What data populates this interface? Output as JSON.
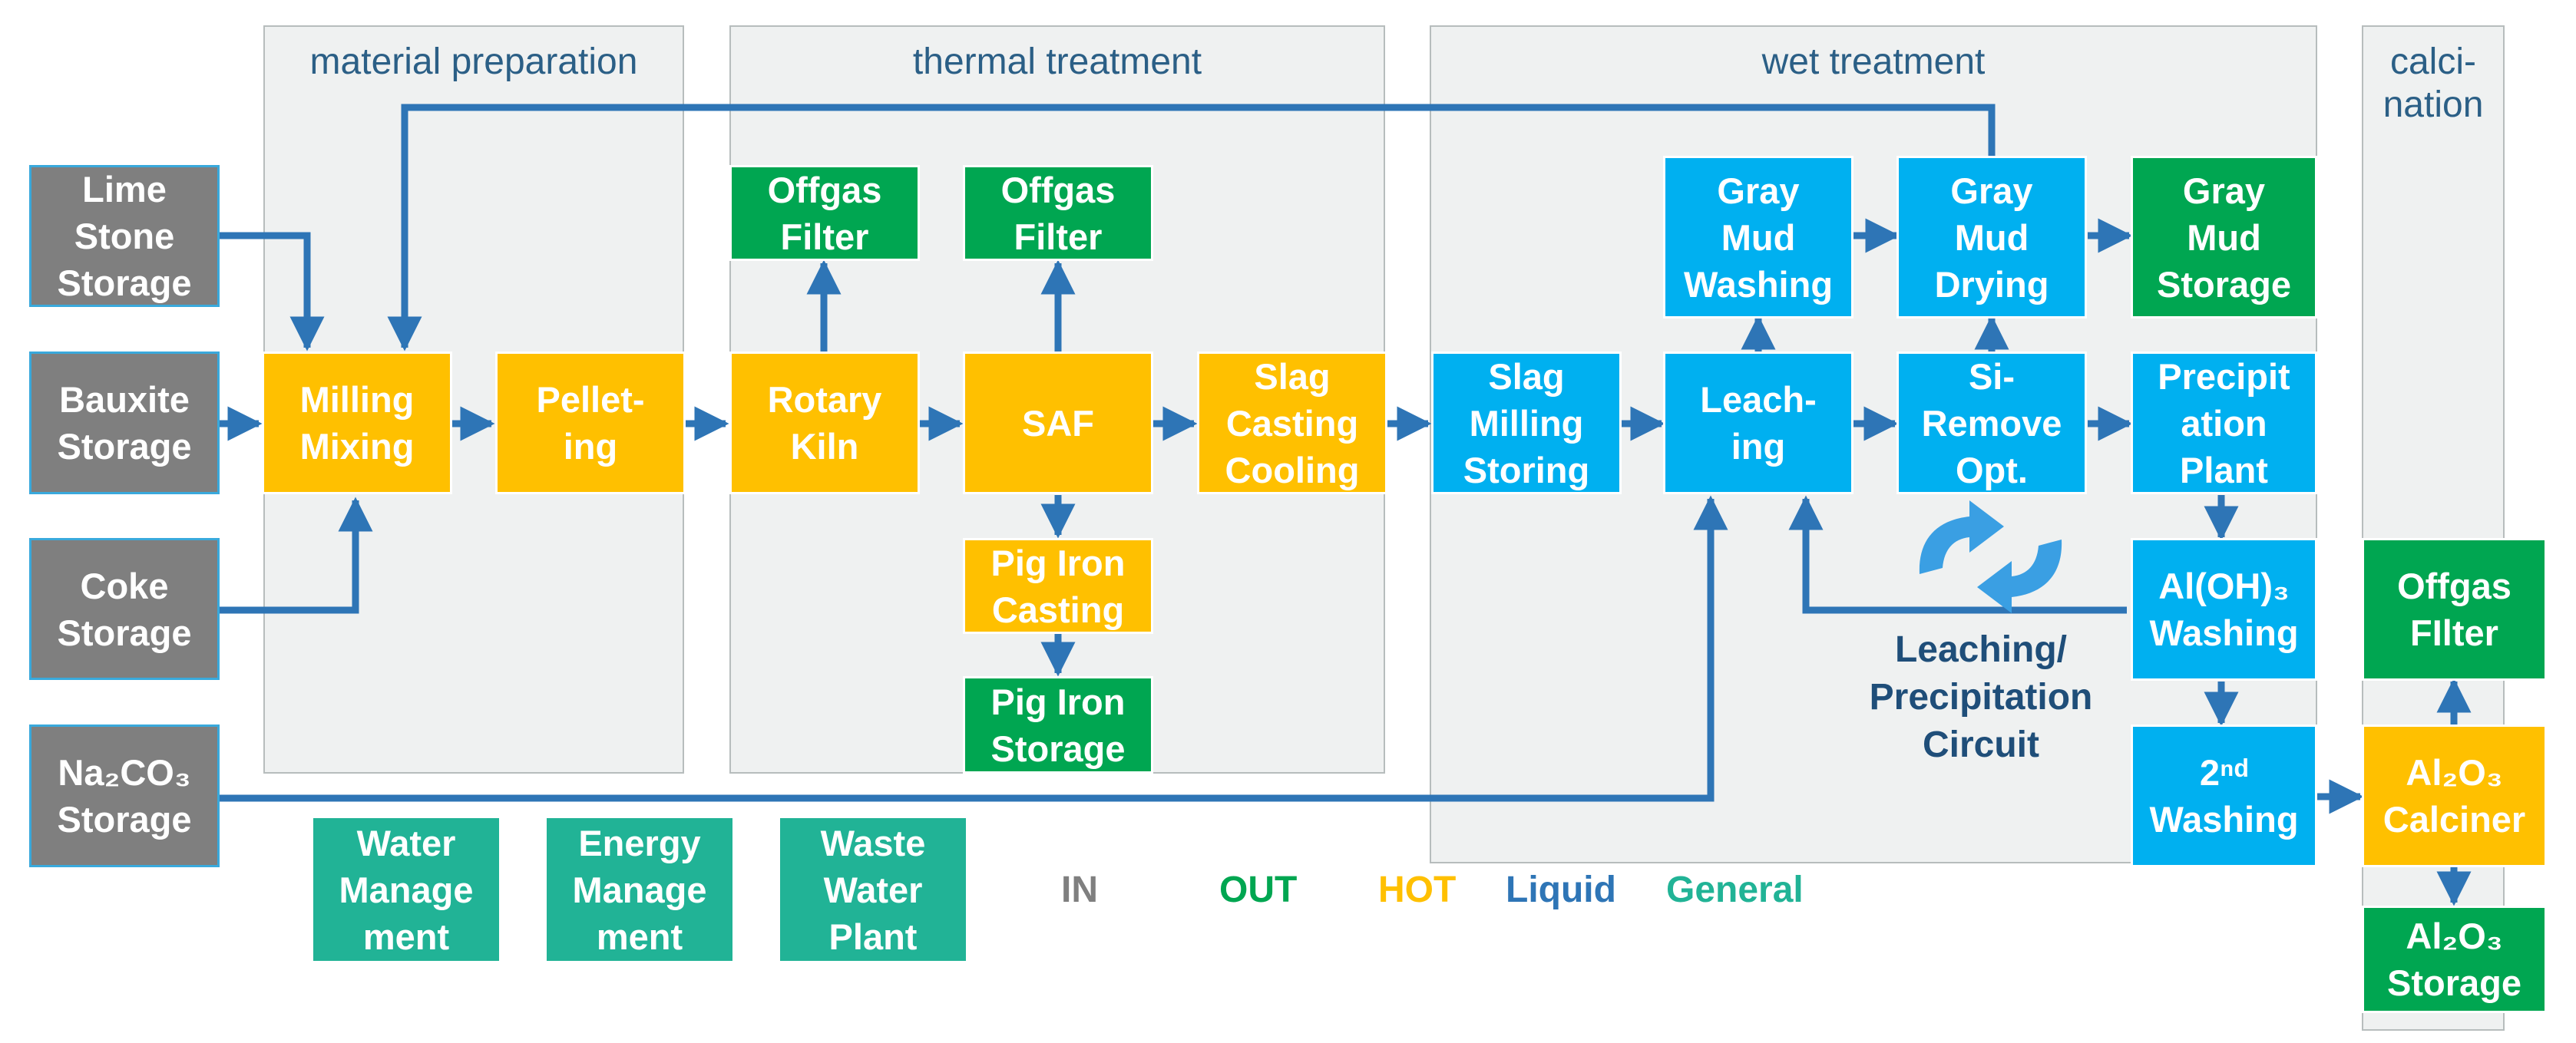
{
  "sections": {
    "material_preparation": "material preparation",
    "thermal_treatment": "thermal treatment",
    "wet_treatment": "wet treatment",
    "calcination": "calci-\nnation"
  },
  "boxes": {
    "lime_stone_storage": "Lime\nStone\nStorage",
    "bauxite_storage": "Bauxite\nStorage",
    "coke_storage": "Coke\nStorage",
    "na2co3_storage": "Na₂CO₃\nStorage",
    "milling_mixing": "Milling\nMixing",
    "pelleting": "Pellet-\ning",
    "offgas_filter_kiln": "Offgas\nFilter",
    "rotary_kiln": "Rotary\nKiln",
    "offgas_filter_saf": "Offgas\nFilter",
    "saf": "SAF",
    "pig_iron_casting": "Pig Iron\nCasting",
    "pig_iron_storage": "Pig Iron\nStorage",
    "slag_casting_cooling": "Slag\nCasting\nCooling",
    "slag_milling_storing": "Slag\nMilling\nStoring",
    "gray_mud_washing": "Gray\nMud\nWashing",
    "leaching": "Leach-\ning",
    "gray_mud_drying": "Gray\nMud\nDrying",
    "si_remove_opt": "Si-\nRemove\nOpt.",
    "gray_mud_storage": "Gray\nMud\nStorage",
    "precipitation_plant": "Precipit\nation\nPlant",
    "aloh3_washing": "Al(OH)₃\nWashing",
    "second_washing": "2ⁿᵈ\nWashing",
    "offgas_filter_calc": "Offgas\nFIlter",
    "al2o3_calciner": "Al₂O₃\nCalciner",
    "al2o3_storage": "Al₂O₃\nStorage",
    "water_management": "Water\nManage\nment",
    "energy_management": "Energy\nManage\nment",
    "waste_water_plant": "Waste\nWater\nPlant"
  },
  "circuit_label": "Leaching/\nPrecipitation\nCircuit",
  "legend": {
    "in": "IN",
    "out": "OUT",
    "hot": "HOT",
    "liquid": "Liquid",
    "general": "General"
  },
  "colors": {
    "in": "#7f7f7f",
    "out": "#00a651",
    "hot": "#ffc000",
    "liquid": "#00b0f0",
    "general": "#21b396",
    "arrow": "#2e75b6",
    "legend_liquid": "#2e75b6"
  },
  "icons": {
    "circuit": "recycle-arrows-icon"
  }
}
